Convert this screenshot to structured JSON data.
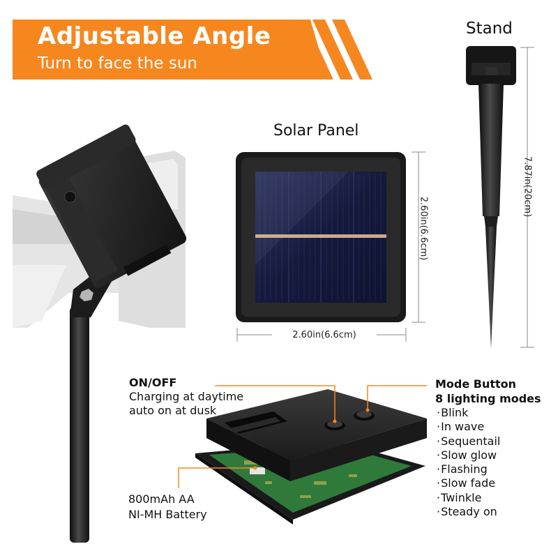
{
  "banner": {
    "title": "Adjustable Angle",
    "subtitle": "Turn to face the sun",
    "color": "#f6871f"
  },
  "stand": {
    "label": "Stand",
    "length": "7.87in(20cm)"
  },
  "solar_panel": {
    "label": "Solar Panel",
    "width": "2.60in(6.6cm)",
    "height": "2.60in(6.6cm)"
  },
  "on_off": {
    "title": "ON/OFF",
    "lines": [
      "Charging at daytime",
      "auto on at dusk"
    ]
  },
  "battery": {
    "lines": [
      "800mAh AA",
      "NI-MH Battery"
    ]
  },
  "mode_button": {
    "title_lines": [
      "Mode Button",
      "8 lighting modes"
    ],
    "modes": [
      "Blink",
      "In wave",
      "Sequentail",
      "Slow glow",
      "Flashing",
      "Slow fade",
      "Twinkle",
      "Steady on"
    ]
  },
  "colors": {
    "accent": "#f6871f",
    "product": "#1f1f1f",
    "cell": "#1b2559",
    "pcb": "#2f7a3a"
  }
}
